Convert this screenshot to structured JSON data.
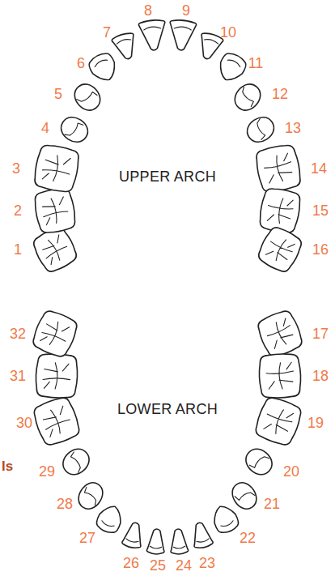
{
  "diagram": {
    "labels": [
      "1",
      "2",
      "3",
      "4",
      "5",
      "6",
      "7",
      "8",
      "9",
      "10",
      "11",
      "12",
      "13",
      "14",
      "15",
      "16",
      "17",
      "18",
      "19",
      "20",
      "21",
      "22",
      "23",
      "24",
      "25",
      "26",
      "27",
      "28",
      "29",
      "30",
      "31",
      "32",
      "UPPER ARCH",
      "LOWER ARCH",
      "ls"
    ]
  }
}
